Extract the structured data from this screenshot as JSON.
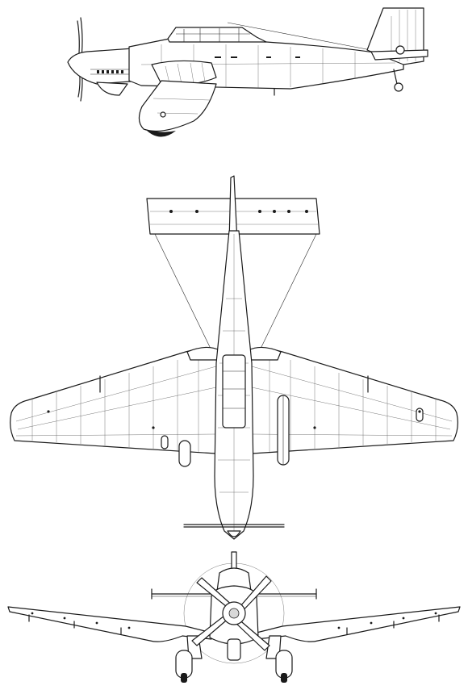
{
  "drawing": {
    "views": [
      "side-view",
      "top-view",
      "front-view"
    ],
    "line_color": "#1a1a1a",
    "background": "#ffffff"
  }
}
